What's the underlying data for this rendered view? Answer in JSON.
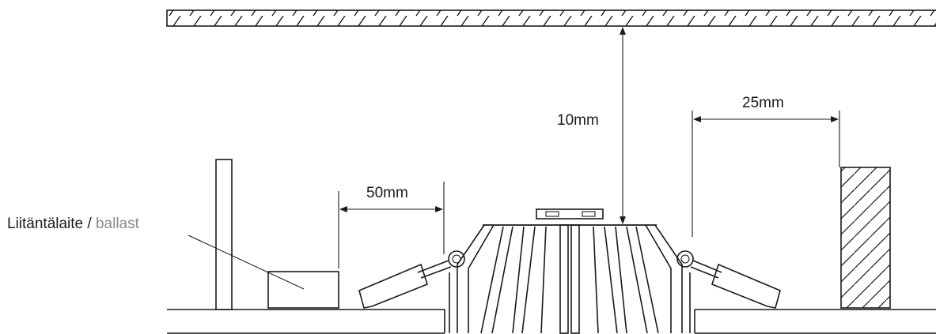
{
  "labels": {
    "ceiling_clearance": "10mm",
    "side_clearance_right": "25mm",
    "side_clearance_left": "50mm",
    "ballast_fi": "Liitäntälaite",
    "separator": " / ",
    "ballast_en": "ballast"
  },
  "colors": {
    "line": "#1a1a1a",
    "secondary_text": "#8a8a8a",
    "background": "#ffffff"
  }
}
